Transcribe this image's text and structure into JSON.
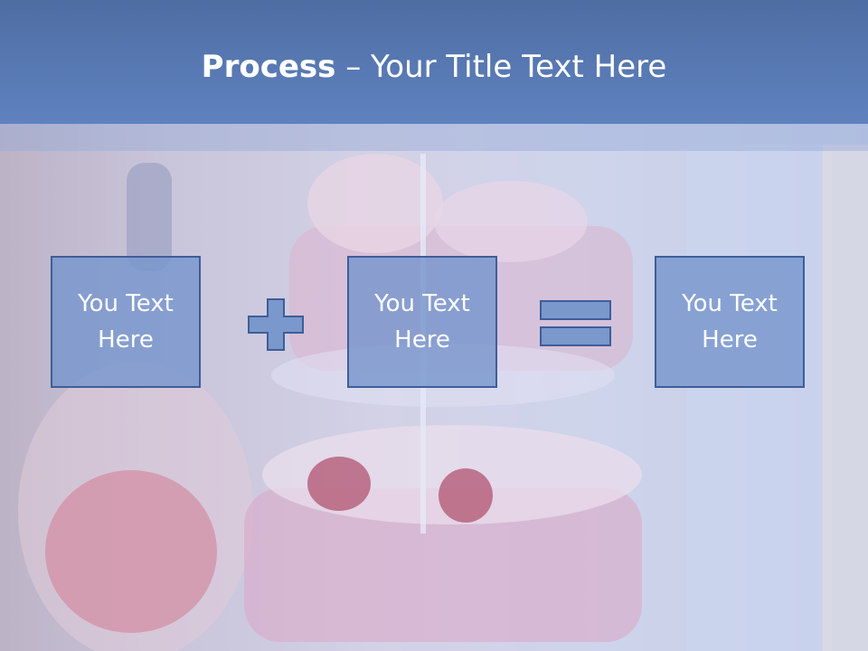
{
  "title": {
    "bold": "Process",
    "dash": " – ",
    "rest": "Your Title Text Here"
  },
  "boxes": [
    {
      "text": "You Text Here"
    },
    {
      "text": "You Text Here"
    },
    {
      "text": "You Text Here"
    }
  ],
  "operators": {
    "plus": "plus-icon",
    "equals": "equals-icon"
  },
  "colors": {
    "header": "#5f82bf",
    "box_fill": "#7896cd",
    "box_border": "#3e5e98",
    "text": "#ffffff"
  }
}
